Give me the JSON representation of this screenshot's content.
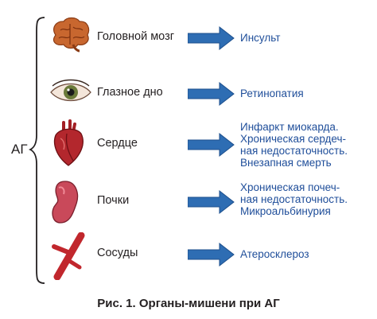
{
  "root": {
    "label": "АГ"
  },
  "rows": [
    {
      "organ": "Головной мозг",
      "icon": "brain-icon",
      "outcome": [
        "Инсульт"
      ]
    },
    {
      "organ": "Глазное дно",
      "icon": "eye-icon",
      "outcome": [
        "Ретинопатия"
      ]
    },
    {
      "organ": "Сердце",
      "icon": "heart-icon",
      "outcome": [
        "Инфаркт миокарда.",
        "Хроническая сердеч-",
        "ная недостаточность.",
        "Внезапная смерть"
      ]
    },
    {
      "organ": "Почки",
      "icon": "kidney-icon",
      "outcome": [
        "Хроническая почеч-",
        "ная недостаточность.",
        "Микроальбинурия"
      ]
    },
    {
      "organ": "Сосуды",
      "icon": "blood-vessel-icon",
      "outcome": [
        "Атеросклероз"
      ]
    }
  ],
  "caption": "Рис. 1. Органы-мишени при АГ",
  "colors": {
    "arrow": "#2e6db3",
    "outcome_text": "#1f4e9a",
    "label_text": "#231f20"
  }
}
